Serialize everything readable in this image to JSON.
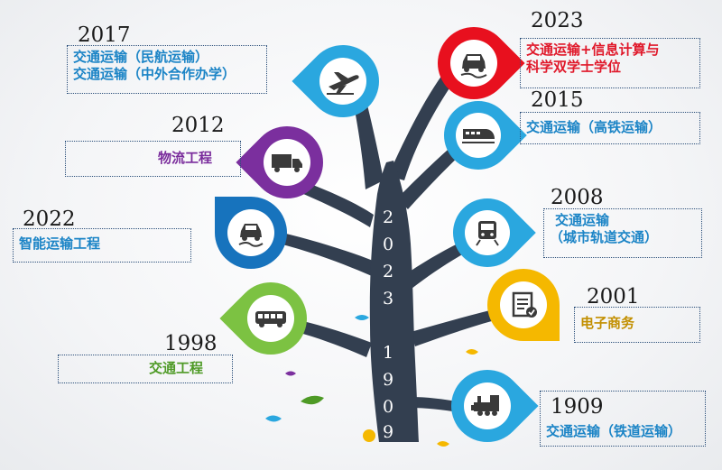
{
  "trunk_text": {
    "top": [
      "2",
      "0",
      "2",
      "3"
    ],
    "bottom": [
      "1",
      "9",
      "0",
      "9"
    ]
  },
  "milestones": [
    {
      "id": "2017",
      "year": "2017",
      "lines": [
        "交通运输（民航运输）",
        "交通运输（中外合作办学）"
      ],
      "icon": "airplane-icon",
      "color": "#2aa7df",
      "text_color": "#1b84c6"
    },
    {
      "id": "2023",
      "year": "2023",
      "lines": [
        "交通运输+信息计算与",
        "科学双学士学位"
      ],
      "icon": "car-icon",
      "color": "#e8101e",
      "text_color": "#e0182a"
    },
    {
      "id": "2015",
      "year": "2015",
      "lines": [
        "交通运输（高铁运输）"
      ],
      "icon": "high-speed-train-icon",
      "color": "#2aa7df",
      "text_color": "#1b84c6"
    },
    {
      "id": "2012",
      "year": "2012",
      "lines": [
        "物流工程"
      ],
      "icon": "truck-icon",
      "color": "#7b2f9e",
      "text_color": "#7a2c9c"
    },
    {
      "id": "2022",
      "year": "2022",
      "lines": [
        "智能运输工程"
      ],
      "icon": "car-icon",
      "color": "#1773bd",
      "text_color": "#1b84c6"
    },
    {
      "id": "2008",
      "year": "2008",
      "lines": [
        "交通运输",
        "（城市轨道交通）"
      ],
      "icon": "metro-train-icon",
      "color": "#2aa7df",
      "text_color": "#1b84c6"
    },
    {
      "id": "2001",
      "year": "2001",
      "lines": [
        "电子商务"
      ],
      "icon": "document-check-icon",
      "color": "#f5b800",
      "text_color": "#c28f00"
    },
    {
      "id": "1998",
      "year": "1998",
      "lines": [
        "交通工程"
      ],
      "icon": "bus-icon",
      "color": "#7cc242",
      "text_color": "#4e9a26"
    },
    {
      "id": "1909",
      "year": "1909",
      "lines": [
        "交通运输（铁道运输）"
      ],
      "icon": "steam-locomotive-icon",
      "color": "#2aa7df",
      "text_color": "#1b84c6"
    }
  ],
  "colors": {
    "trunk": "#333f50",
    "background": "#f4f5f7"
  }
}
